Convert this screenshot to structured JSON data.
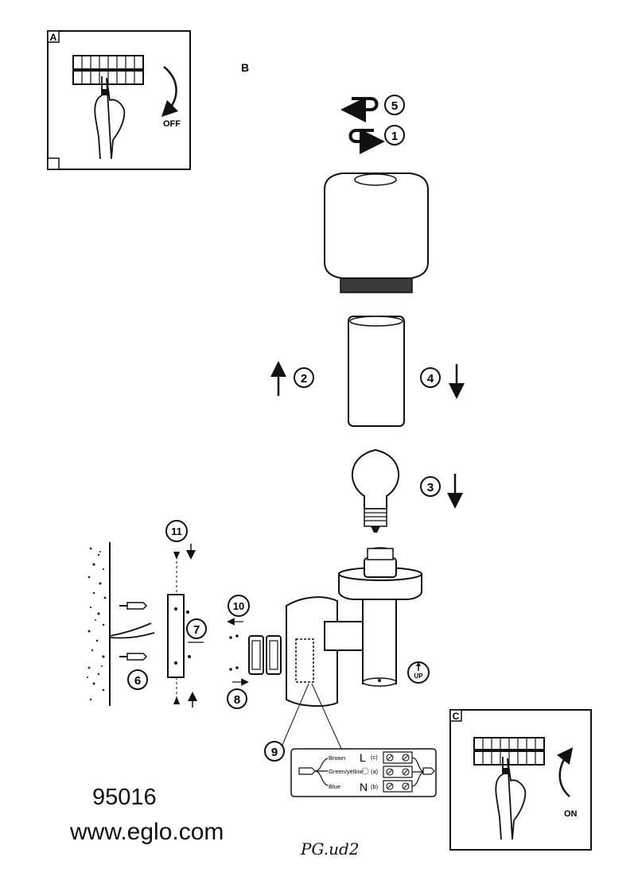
{
  "panels": {
    "a": {
      "label": "A",
      "switch_text": "OFF"
    },
    "b": {
      "label": "B"
    },
    "c": {
      "label": "C",
      "switch_text": "ON"
    }
  },
  "steps": {
    "s1": "1",
    "s2": "2",
    "s3": "3",
    "s4": "4",
    "s5": "5",
    "s6": "6",
    "s7": "7",
    "s8": "8",
    "s9": "9",
    "s10": "10",
    "s11": "11"
  },
  "up_marker": "UP",
  "wiring": {
    "brown": "Brown",
    "greenyellow": "Green/yellow",
    "blue": "Blue",
    "terminal_l": "L",
    "terminal_n": "N",
    "code_c": "(c)",
    "code_a": "(a)",
    "code_b": "(b)"
  },
  "footer": {
    "model": "95016",
    "website": "www.eglo.com",
    "signature": "PG.ud2"
  },
  "colors": {
    "ink": "#111111",
    "paper": "#ffffff",
    "shade": "#3a3a3a"
  }
}
